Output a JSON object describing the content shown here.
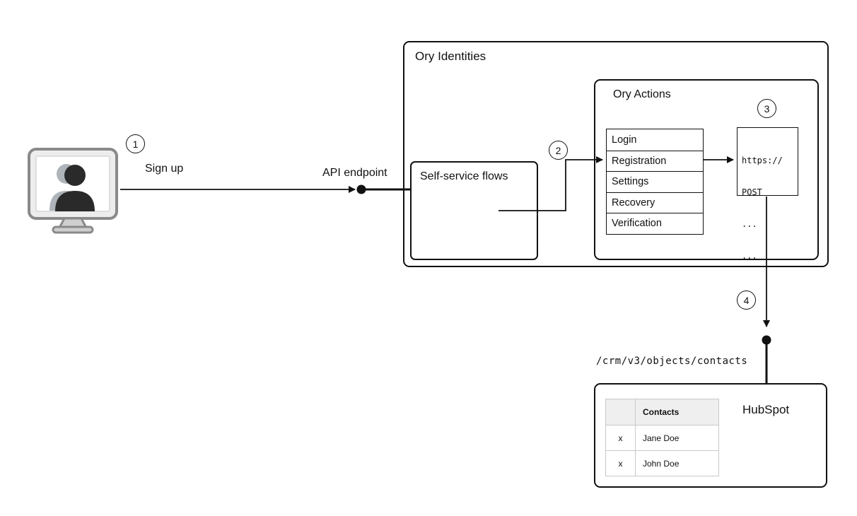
{
  "diagram": {
    "markers": {
      "step1": "1",
      "step2": "2",
      "step3": "3",
      "step4": "4"
    },
    "labels": {
      "sign_up": "Sign up",
      "api_endpoint": "API endpoint"
    },
    "ory_identities": {
      "title": "Ory Identities",
      "self_service_flows": {
        "title": "Self-service flows"
      },
      "ory_actions": {
        "title": "Ory Actions",
        "flows": [
          "Login",
          "Registration",
          "Settings",
          "Recovery",
          "Verification"
        ],
        "request_box": {
          "lines": [
            "https://",
            "POST",
            "...",
            "..."
          ]
        }
      }
    },
    "hubspot": {
      "title": "HubSpot",
      "endpoint_path": "/crm/v3/objects/contacts",
      "contacts_table": {
        "header": "Contacts",
        "rows": [
          {
            "mark": "x",
            "name": "Jane Doe"
          },
          {
            "mark": "x",
            "name": "John Doe"
          }
        ]
      }
    }
  }
}
